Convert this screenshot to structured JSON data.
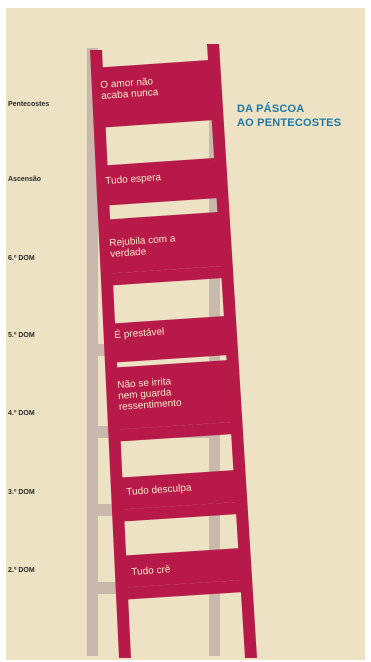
{
  "heading": {
    "line1": "DA PÁSCOA",
    "line2": "AO PENTECOSTES"
  },
  "side_labels": [
    "Pentecostes",
    "Ascensão",
    "6.º DOM",
    "5.º DOM",
    "4.º DOM",
    "3.º DOM",
    "2.º DOM"
  ],
  "rungs": [
    {
      "line1": "O amor não",
      "line2": "acaba nunca"
    },
    {
      "line1": "Tudo espera",
      "line2": ""
    },
    {
      "line1": "Rejubila com a",
      "line2": "verdade"
    },
    {
      "line1": "É prestável",
      "line2": ""
    },
    {
      "line1": "Não se irrita",
      "line2": "nem guarda",
      "line3": "ressentimento"
    },
    {
      "line1": "Tudo desculpa",
      "line2": ""
    },
    {
      "line1": "Tudo crê",
      "line2": ""
    }
  ],
  "colors": {
    "background": "#ede2c4",
    "ladder": "#b71a48",
    "shadow_ladder": "#c9b9ac",
    "heading": "#1d79a8",
    "rung_text": "#f6e6c6"
  }
}
